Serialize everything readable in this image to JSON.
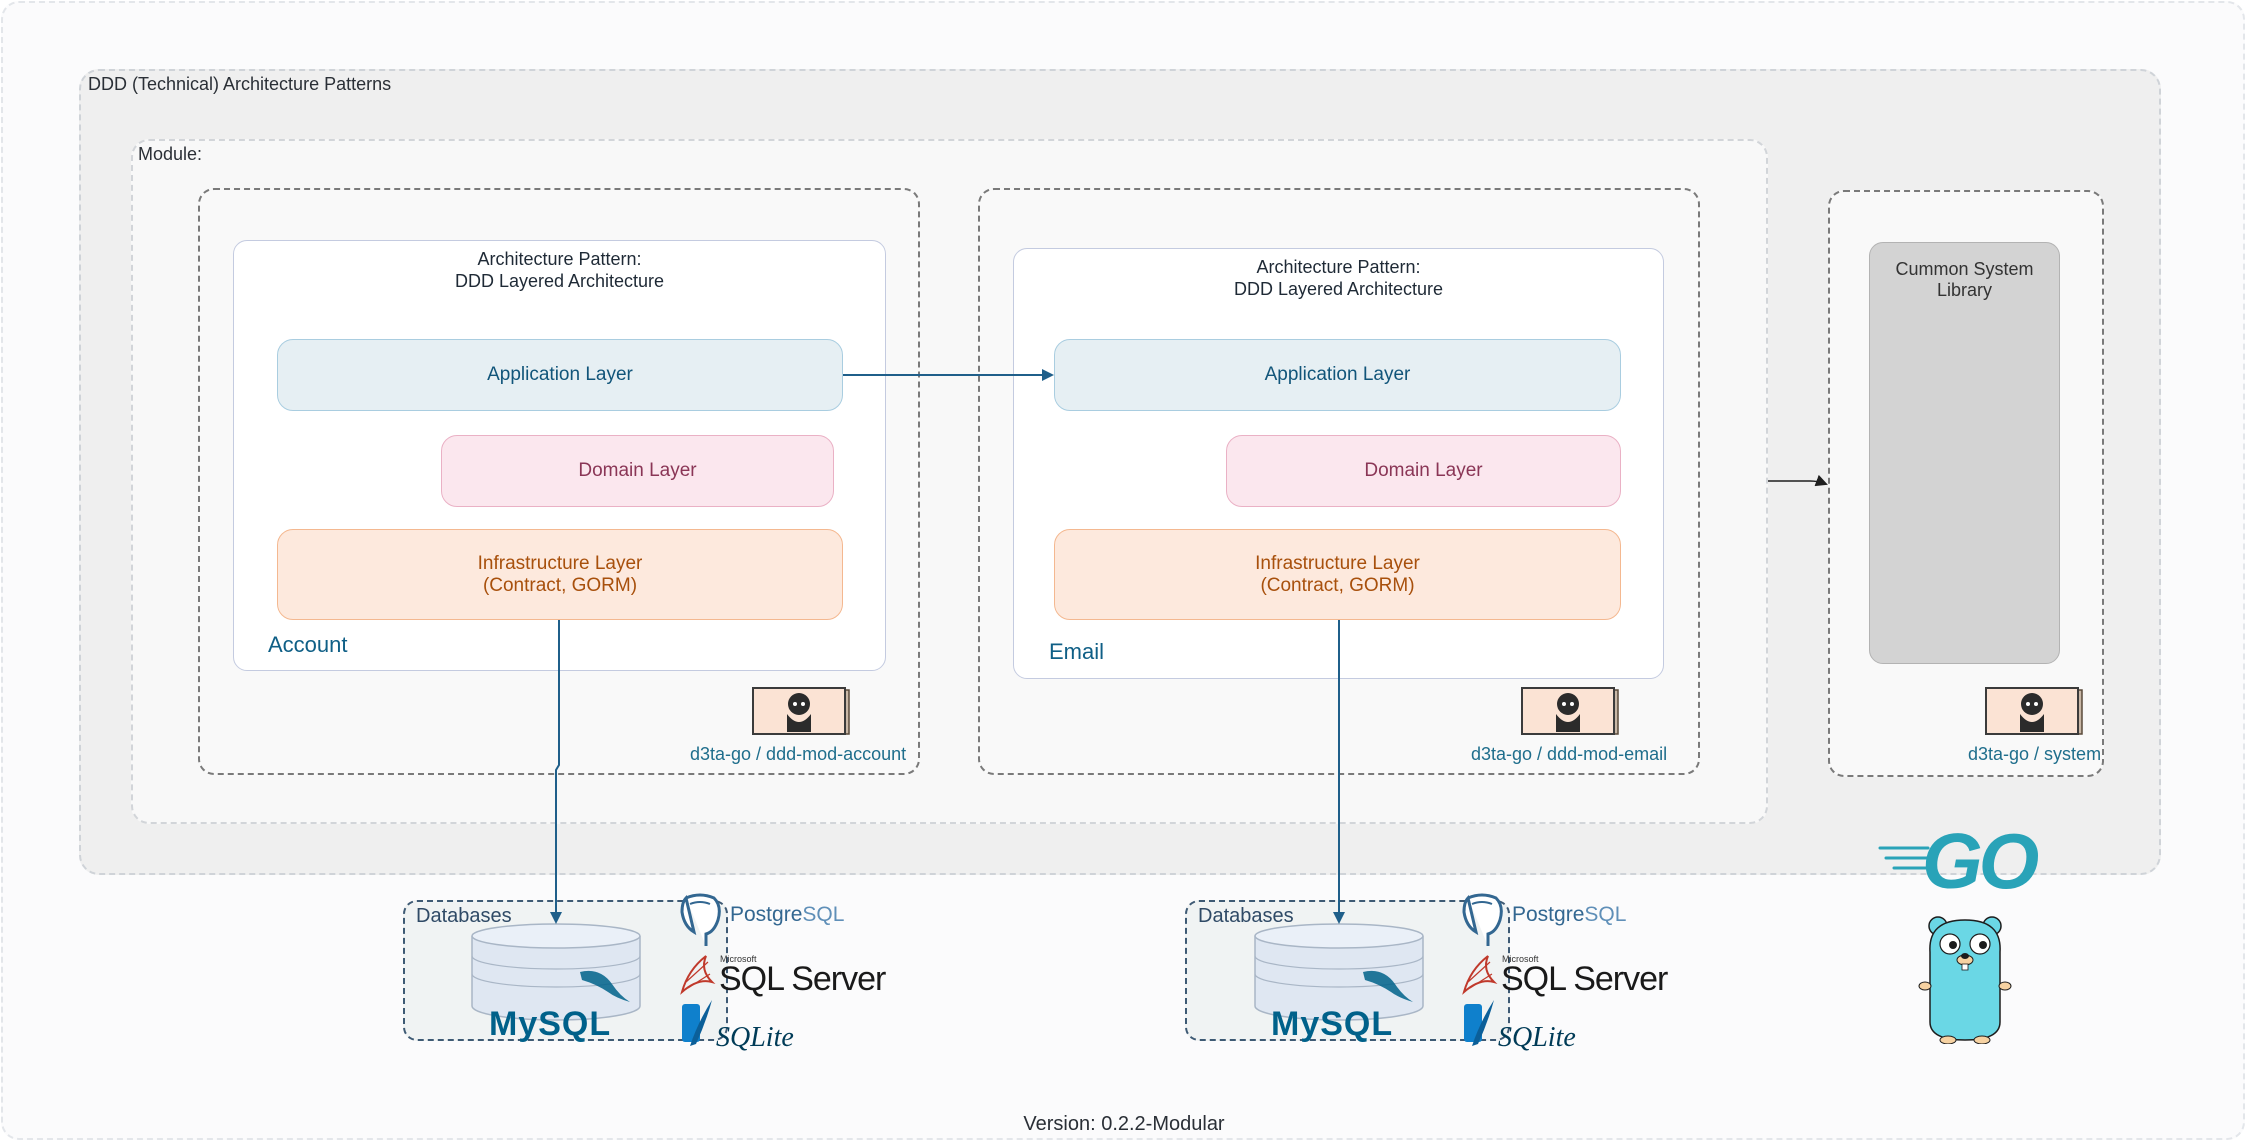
{
  "outer_title": "DDD (Technical) Architecture Patterns",
  "module_title": "Module:",
  "modules": [
    {
      "pattern_line1": "Architecture Pattern:",
      "pattern_line2": "DDD Layered Architecture",
      "application": "Application Layer",
      "domain": "Domain Layer",
      "infra_line1": "Infrastructure Layer",
      "infra_line2": "(Contract, GORM)",
      "name": "Account",
      "repo": "d3ta-go / ddd-mod-account"
    },
    {
      "pattern_line1": "Architecture Pattern:",
      "pattern_line2": "DDD Layered Architecture",
      "application": "Application Layer",
      "domain": "Domain Layer",
      "infra_line1": "Infrastructure Layer",
      "infra_line2": "(Contract, GORM)",
      "name": "Email",
      "repo": "d3ta-go / ddd-mod-email"
    }
  ],
  "system": {
    "line1": "Cummon System",
    "line2": "Library",
    "repo": "d3ta-go / system"
  },
  "databases": [
    {
      "title": "Databases",
      "mysql": "MySQL",
      "postgres_a": "Postgre",
      "postgres_b": "SQL",
      "mssql_small": "Microsoft",
      "mssql": "SQL Server",
      "sqlite": "SQLite"
    },
    {
      "title": "Databases",
      "mysql": "MySQL",
      "postgres_a": "Postgre",
      "postgres_b": "SQL",
      "mssql_small": "Microsoft",
      "mssql": "SQL Server",
      "sqlite": "SQLite"
    }
  ],
  "go_logo": "GO",
  "version": "Version: 0.2.2-Modular",
  "colors": {
    "arrow": "#1f5f8a",
    "go_blue": "#29a3b8",
    "mysql_blue": "#00618a",
    "mysql_orange": "#e48e00"
  }
}
